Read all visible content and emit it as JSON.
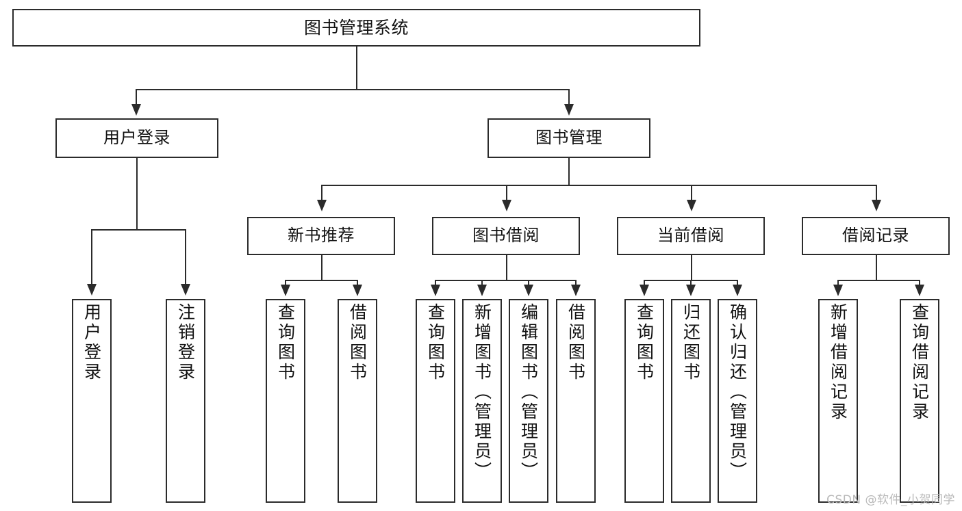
{
  "diagram": {
    "title": "图书管理系统",
    "type": "hierarchy-tree",
    "background_color": "#ffffff",
    "line_color": "#2b2b2b",
    "text_color": "#111111",
    "nodes": {
      "root": {
        "label": "图书管理系统"
      },
      "level2": [
        {
          "label": "用户登录"
        },
        {
          "label": "图书管理"
        }
      ],
      "level3": [
        {
          "label": "新书推荐"
        },
        {
          "label": "图书借阅"
        },
        {
          "label": "当前借阅"
        },
        {
          "label": "借阅记录"
        }
      ],
      "leaves": {
        "user_login": [
          {
            "label": "用户登录"
          },
          {
            "label": "注销登录"
          }
        ],
        "new_book_recommend": [
          {
            "label": "查询图书"
          },
          {
            "label": "借阅图书"
          }
        ],
        "book_borrow": [
          {
            "label": "查询图书"
          },
          {
            "label": "新增图书（管理员）"
          },
          {
            "label": "编辑图书（管理员）"
          },
          {
            "label": "借阅图书"
          }
        ],
        "current_borrow": [
          {
            "label": "查询图书"
          },
          {
            "label": "归还图书"
          },
          {
            "label": "确认归还（管理员）"
          }
        ],
        "borrow_records": [
          {
            "label": "新增借阅记录"
          },
          {
            "label": "查询借阅记录"
          }
        ]
      }
    }
  },
  "watermark": {
    "text": "CSDN @软件_小贺同学"
  }
}
